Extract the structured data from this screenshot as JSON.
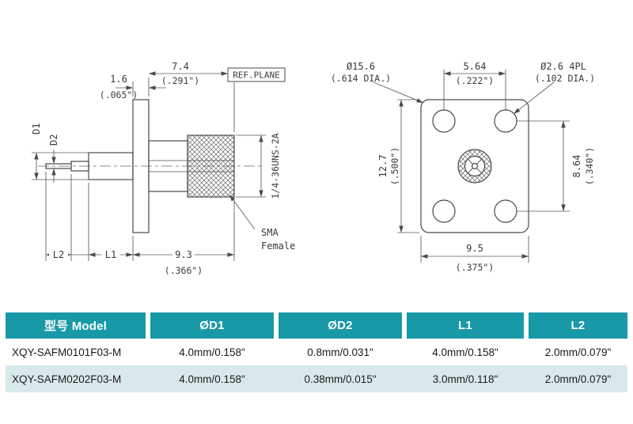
{
  "drawing": {
    "side": {
      "dim_74": "7.4",
      "dim_74_in": "(.291\")",
      "dim_16": "1.6",
      "dim_16_in": "(.065\")",
      "ref_plane": "REF.PLANE",
      "d1": "D1",
      "d2": "D2",
      "thread_spec": "1/4-36UNS-2A",
      "sma_line1": "SMA",
      "sma_line2": "Female",
      "l2": "L2",
      "l1": "L1",
      "dim_93": "9.3",
      "dim_93_in": "(.366\")"
    },
    "front": {
      "flange_dia": "Ø15.6",
      "flange_dia_in": "(.614 DIA.)",
      "hole_pitch_h": "5.64",
      "hole_pitch_h_in": "(.222\")",
      "hole_dia": "Ø2.6 4PL",
      "hole_dia_in": "(.102 DIA.)",
      "height": "12.7",
      "height_in": "(.500\")",
      "hole_pitch_v": "8.64",
      "hole_pitch_v_in": "(.340\")",
      "width": "9.5",
      "width_in": "(.375\")"
    }
  },
  "table": {
    "headers": [
      "型号 Model",
      "ØD1",
      "ØD2",
      "L1",
      "L2"
    ],
    "rows": [
      [
        "XQY-SAFM0101F03-M",
        "4.0mm/0.158\"",
        "0.8mm/0.031\"",
        "4.0mm/0.158\"",
        "2.0mm/0.079\""
      ],
      [
        "XQY-SAFM0202F03-M",
        "4.0mm/0.158\"",
        "0.38mm/0.015\"",
        "3.0mm/0.118\"",
        "2.0mm/0.079\""
      ]
    ]
  },
  "colors": {
    "header_bg": "#1899a8",
    "alt_row_bg": "#d8e9ec",
    "line": "#4a4a4a"
  }
}
